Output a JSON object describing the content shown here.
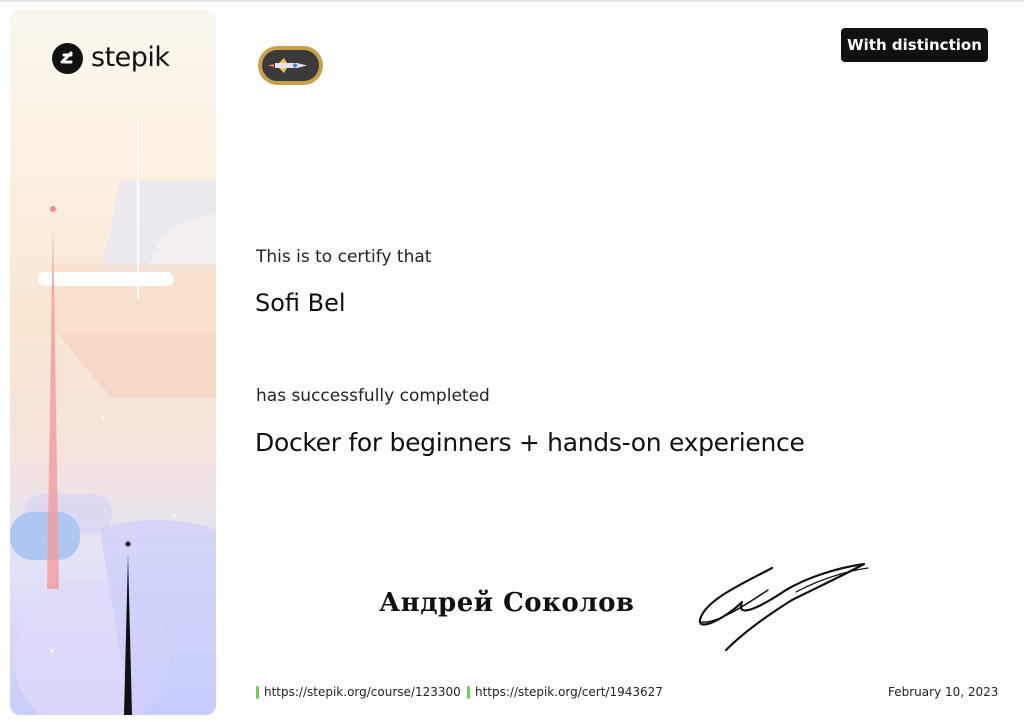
{
  "brand": {
    "logo_text": "stepik",
    "logo_icon": "stepik-s-icon"
  },
  "badge": {
    "label": "With distinction",
    "icon": "rocket-badge-icon"
  },
  "certificate": {
    "intro": "This is to certify that",
    "recipient": "Sofi Bel",
    "completed_text": "has successfully completed",
    "course_title": "Docker for beginners + hands-on experience"
  },
  "signer": {
    "name": "Андрей Соколов",
    "signature_icon": "signature-scribble"
  },
  "footer": {
    "course_url": "https://stepik.org/course/123300",
    "cert_url": "https://stepik.org/cert/1943627",
    "date": "February 10, 2023"
  },
  "colors": {
    "accent_green": "#6fcf5b",
    "badge_bg": "#111111",
    "badge_text": "#ffffff"
  }
}
